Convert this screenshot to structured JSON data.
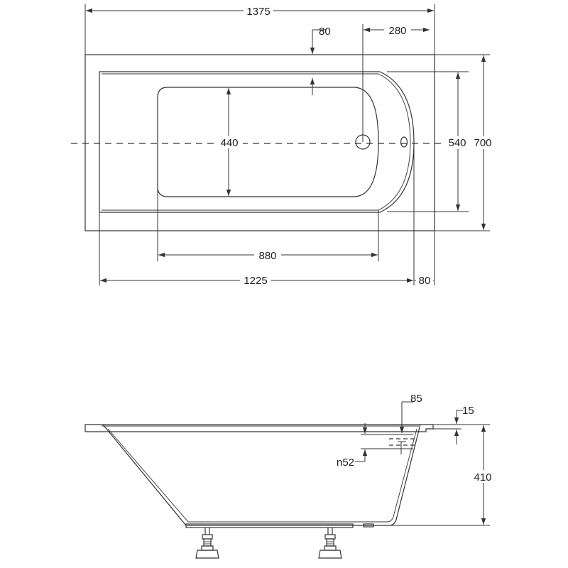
{
  "top_view": {
    "overall_length": "1375",
    "drain_offset": "80",
    "drain_to_end": "280",
    "basin_width": "440",
    "inner_width": "540",
    "overall_width": "700",
    "basin_length": "880",
    "inner_length": "1225",
    "rim_end": "80"
  },
  "side_view": {
    "overflow_offset": "85",
    "rim_thickness": "15",
    "overflow_diameter": "n52",
    "height": "410"
  },
  "colors": {
    "line": "#333333",
    "background": "#ffffff"
  }
}
